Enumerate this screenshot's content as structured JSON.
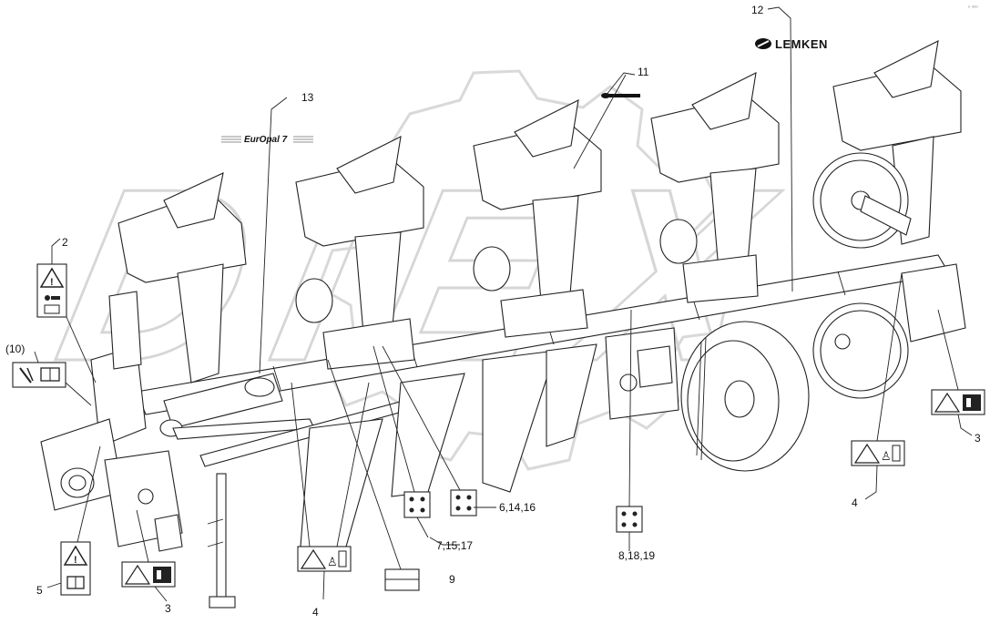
{
  "diagram": {
    "brand_logo": "LEMKEN",
    "model_decal": "EurOpal 7",
    "watermark_text": "DIEX",
    "corner_mark": "ⁿ ᵒᵒᵒ",
    "callouts": {
      "c2": "2",
      "c10": "(10)",
      "c5": "5",
      "c3a": "3",
      "c4a": "4",
      "c13": "13",
      "c11": "11",
      "c12": "12",
      "c9": "9",
      "c71517": "7,15,17",
      "c61416": "6,14,16",
      "c81819": "8,18,19",
      "c4b": "4",
      "c3b": "3"
    }
  }
}
